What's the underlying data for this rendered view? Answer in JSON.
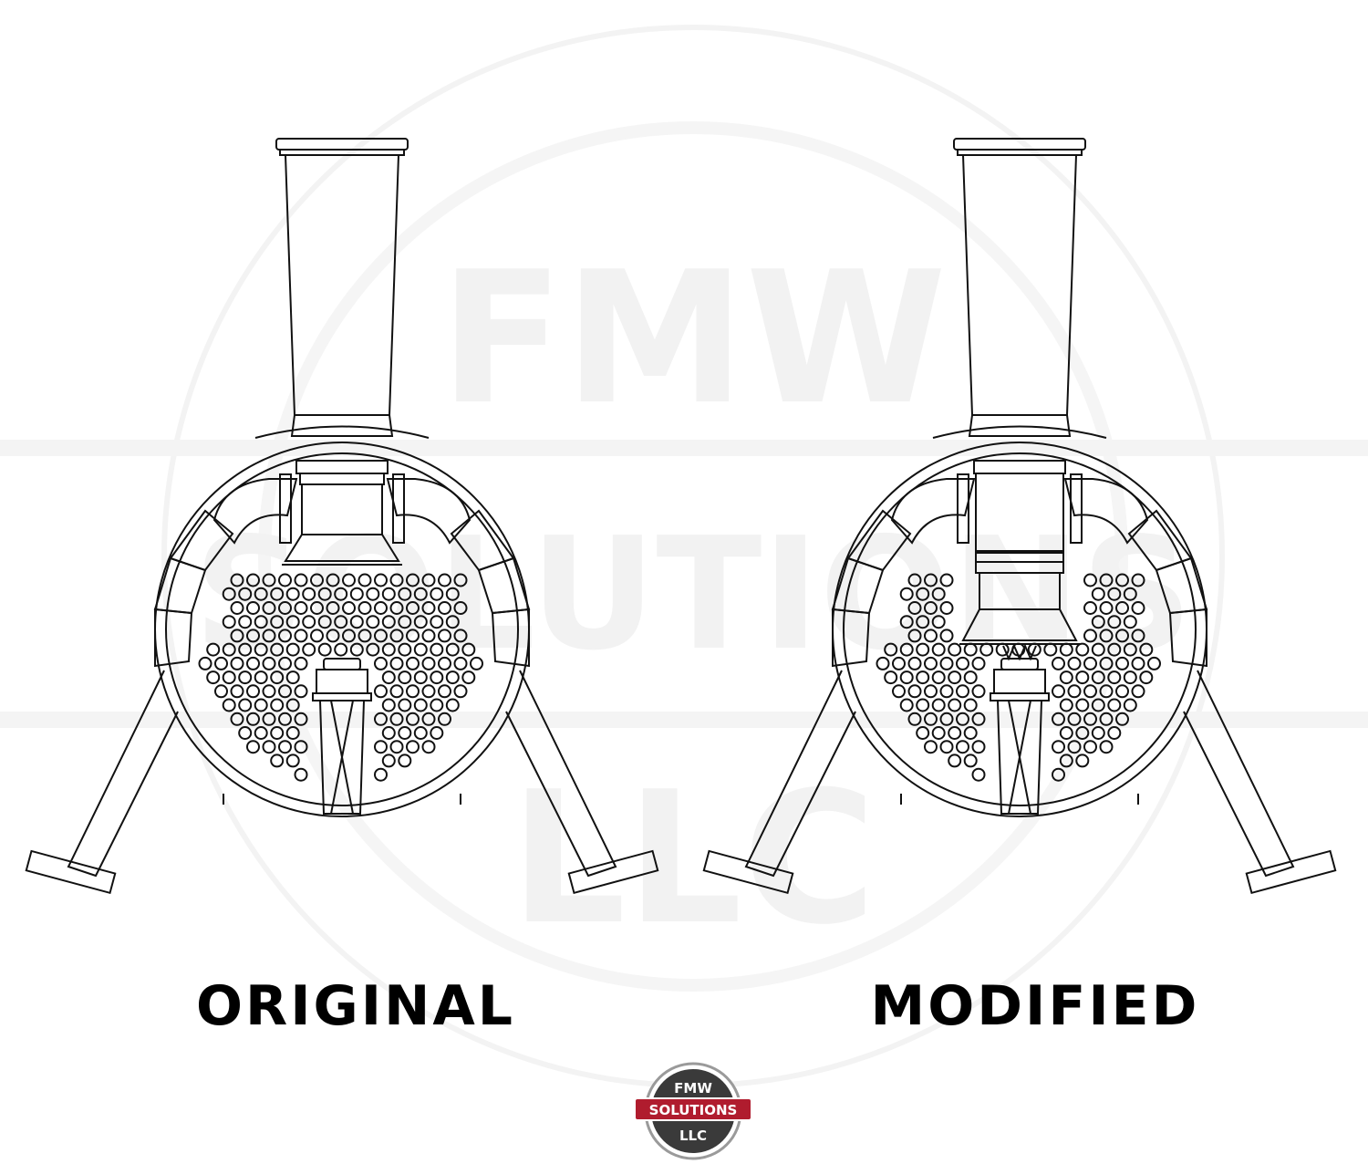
{
  "captions": {
    "left": "ORIGINAL",
    "right": "MODIFIED"
  },
  "watermark": {
    "line1": "FMW",
    "line2": "SOLUTIONS",
    "line3": "LLC"
  },
  "logo": {
    "line1": "FMW",
    "line2": "SOLUTIONS",
    "line3": "LLC"
  },
  "colors": {
    "logo_red": "#b01c2e",
    "logo_dark": "#3a3a3a",
    "line": "#111111",
    "watermark": "#f2f2f2"
  }
}
